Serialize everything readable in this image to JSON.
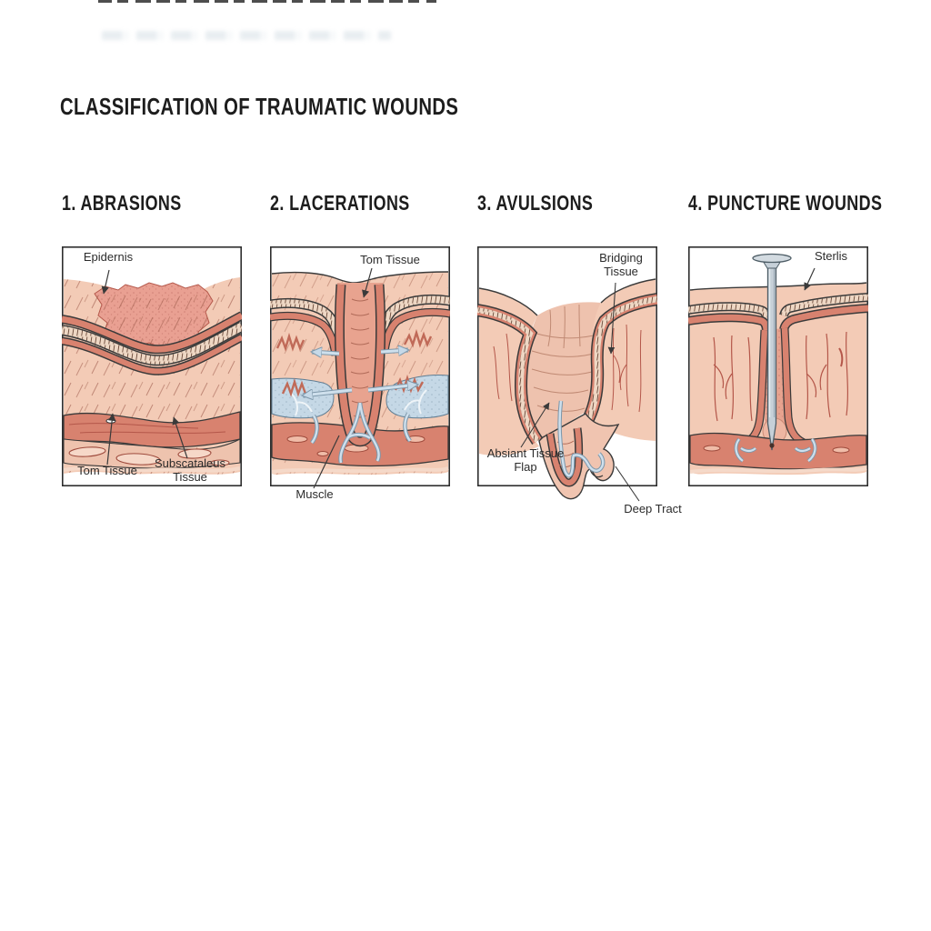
{
  "title": "CLASSIFICATION OF TRAUMATIC WOUNDS",
  "panels": [
    {
      "heading": "1. ABRASIONS",
      "labels": {
        "epidermis": "Epidernis",
        "torn_tissue": "Tom Tissue",
        "subcutaneous_tissue": "Subscataleus Tissue"
      }
    },
    {
      "heading": "2. LACERATIONS",
      "labels": {
        "torn_tissue": "Tom Tissue",
        "muscle": "Muscle"
      }
    },
    {
      "heading": "3. AVULSIONS",
      "labels": {
        "bridging_tissue": "Bridging Tissue",
        "avulsed_flap": "Absiant Tissue Flap",
        "deep_tract": "Deep Tract"
      }
    },
    {
      "heading": "4. PUNCTURE WOUNDS",
      "labels": {
        "sterile": "Sterlis"
      }
    }
  ],
  "colors": {
    "background": "#ffffff",
    "heading_text": "#1d1d1d",
    "label_text": "#2b2b2b",
    "skin": "#f3cbb6",
    "dermis_red": "#d8826f",
    "abrasion_patch": "#e9a092",
    "hatch_band": "#eed7c4",
    "subcutaneous_blue": "#c5d8e6",
    "vessel_blue": "#c6d9e8",
    "nail_gray": "#c6d0d8",
    "outline": "#3a3a3a"
  }
}
